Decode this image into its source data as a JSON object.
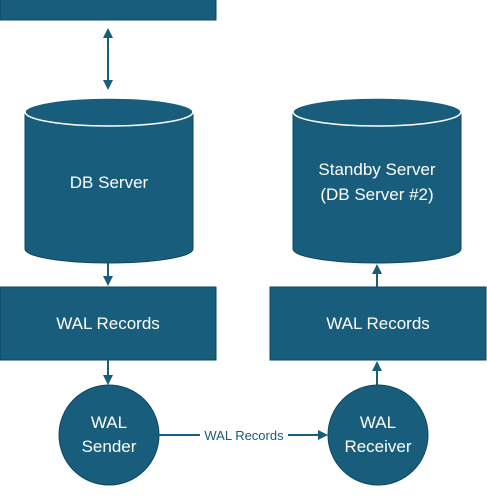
{
  "colors": {
    "node_fill": "#185d7b",
    "node_stroke": "#0e4862",
    "line": "#185d7b",
    "text": "#ffffff",
    "edge_label_text": "#1b5a78"
  },
  "nodes": {
    "top_box": {
      "label": ""
    },
    "db_server": {
      "label": "DB Server"
    },
    "standby_server": {
      "line1": "Standby Server",
      "line2": "(DB Server #2)"
    },
    "wal_records_left": {
      "label": "WAL Records"
    },
    "wal_records_right": {
      "label": "WAL Records"
    },
    "wal_sender": {
      "line1": "WAL",
      "line2": "Sender"
    },
    "wal_receiver": {
      "line1": "WAL",
      "line2": "Receiver"
    }
  },
  "edges": {
    "sender_to_receiver": {
      "label": "WAL Records"
    }
  }
}
